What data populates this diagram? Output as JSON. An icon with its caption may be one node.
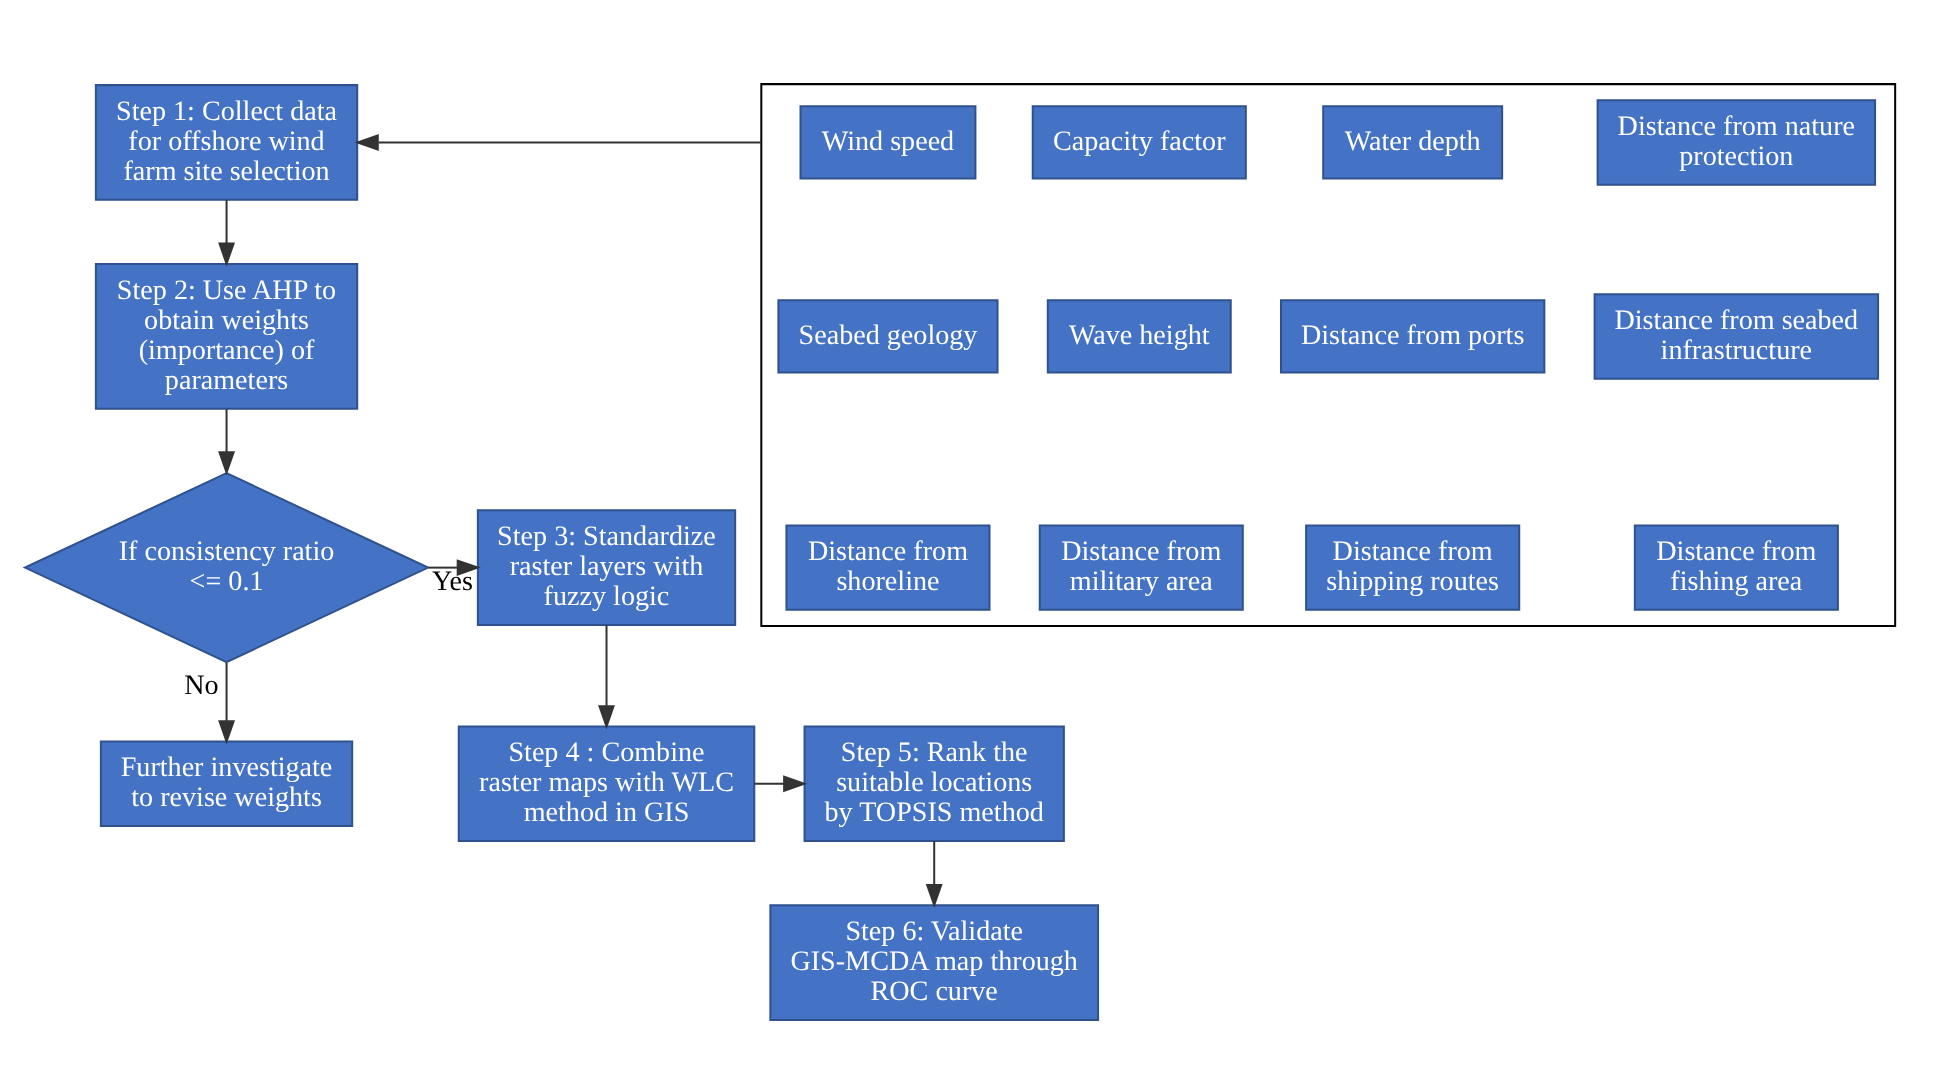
{
  "diagram": {
    "nodes": [
      {
        "text": [
          "Step 1: Collect data for offshore wind farm site selection"
        ]
      },
      {
        "text": [],
        "shape": "box"
      },
      {
        "text": [
          "Wind speed"
        ],
        "in": 1
      },
      {
        "text": [
          "Capacity factor"
        ],
        "in": 1
      },
      {
        "text": [
          "Water depth"
        ],
        "in": 1
      },
      {
        "text": [
          "Distance from nature protection"
        ],
        "in": 1
      },
      {
        "text": [
          "Seabed geology"
        ],
        "in": 1
      },
      {
        "text": [
          "Wave height"
        ],
        "in": 1
      },
      {
        "text": [
          "Distance from ports"
        ],
        "in": 1
      },
      {
        "text": [
          "Distance from seabed infrastructure"
        ],
        "in": 1
      },
      {
        "text": [
          "Distance from shoreline"
        ],
        "in": 1
      },
      {
        "text": [
          "Distance from military area"
        ],
        "in": 1
      },
      {
        "text": [
          "Distance from shipping routes"
        ],
        "in": 1
      },
      {
        "text": [
          "Distance from fishing area"
        ],
        "in": 1
      },
      {
        "text": [
          "Step 2: Use AHP to obtain weights (importance) of parameters"
        ]
      },
      {
        "text": [
          "If consistency ratio <= 0.1"
        ]
      },
      {
        "text": [
          "Step 3: Standardize raster layers with fuzzy logic"
        ]
      },
      {
        "text": [
          "Step 4 : Combine raster maps with WLC method in GIS"
        ]
      },
      {
        "text": [
          "Step 5: Rank the suitable locations by TOPSIS method"
        ]
      },
      {
        "text": [
          "Step 6: Validate GIS-MCDA map through ROC curve"
        ]
      },
      {
        "text": [
          "Further investigate to revise weights"
        ]
      }
    ],
    "edges": [
      {
        "from": 1,
        "to": 0,
        "arrow": "to"
      },
      {
        "from": 0,
        "to": 14,
        "arrow": "to"
      },
      {
        "from": 14,
        "to": 15,
        "arrow": "to"
      },
      {
        "from": 15,
        "to": 16,
        "arrow": "to",
        "label": "Yes"
      },
      {
        "from": 15,
        "to": 20,
        "arrow": "to",
        "label": "No"
      },
      {
        "from": 16,
        "to": 17,
        "arrow": "to"
      },
      {
        "from": 17,
        "to": 18,
        "arrow": "to"
      },
      {
        "from": 18,
        "to": 19,
        "arrow": "to"
      }
    ]
  }
}
